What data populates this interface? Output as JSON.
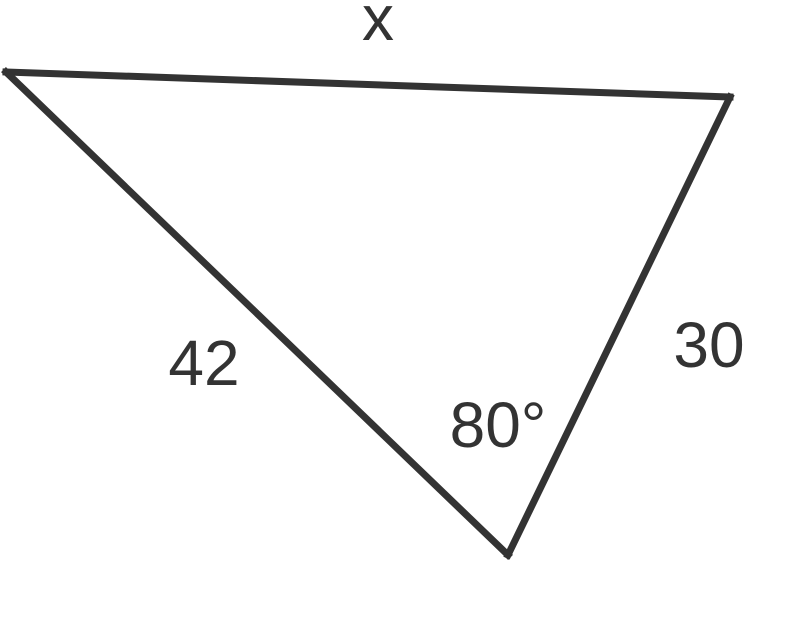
{
  "diagram": {
    "side_top_label": "x",
    "side_left_label": "42",
    "side_right_label": "30",
    "angle_label": "80°"
  },
  "colors": {
    "stroke": "#333333",
    "text": "#333333",
    "background": "#ffffff"
  }
}
